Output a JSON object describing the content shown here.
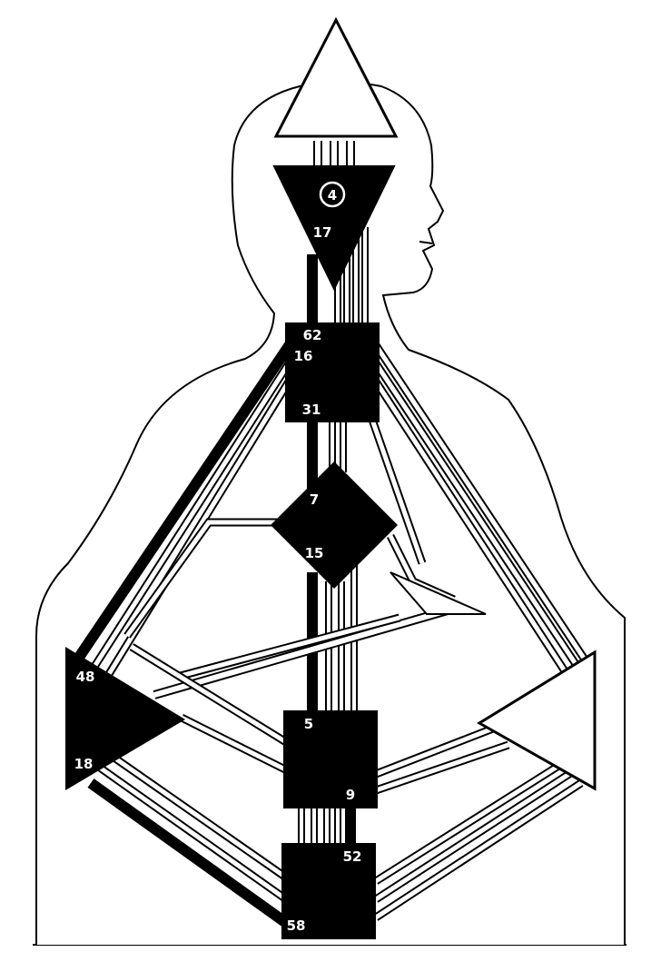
{
  "diagram": {
    "colors": {
      "outline": "#000000",
      "defined": "#000000",
      "undefined": "#ffffff",
      "gate_text": "#ffffff"
    },
    "centers": {
      "head": {
        "defined": false
      },
      "ajna": {
        "defined": true
      },
      "throat": {
        "defined": true
      },
      "g": {
        "defined": true
      },
      "heart": {
        "defined": false
      },
      "spleen": {
        "defined": true
      },
      "sacral": {
        "defined": true
      },
      "solar_plexus": {
        "defined": false
      },
      "root": {
        "defined": true
      }
    },
    "gates": {
      "g4": "4",
      "g17": "17",
      "g62": "62",
      "g16": "16",
      "g31": "31",
      "g7": "7",
      "g15": "15",
      "g48": "48",
      "g18": "18",
      "g5": "5",
      "g9": "9",
      "g52": "52",
      "g58": "58"
    },
    "defined_channels": [
      "4-63 (gate 4)",
      "17-62",
      "7-31",
      "5-15",
      "9-52",
      "16-48",
      "18-58"
    ]
  }
}
